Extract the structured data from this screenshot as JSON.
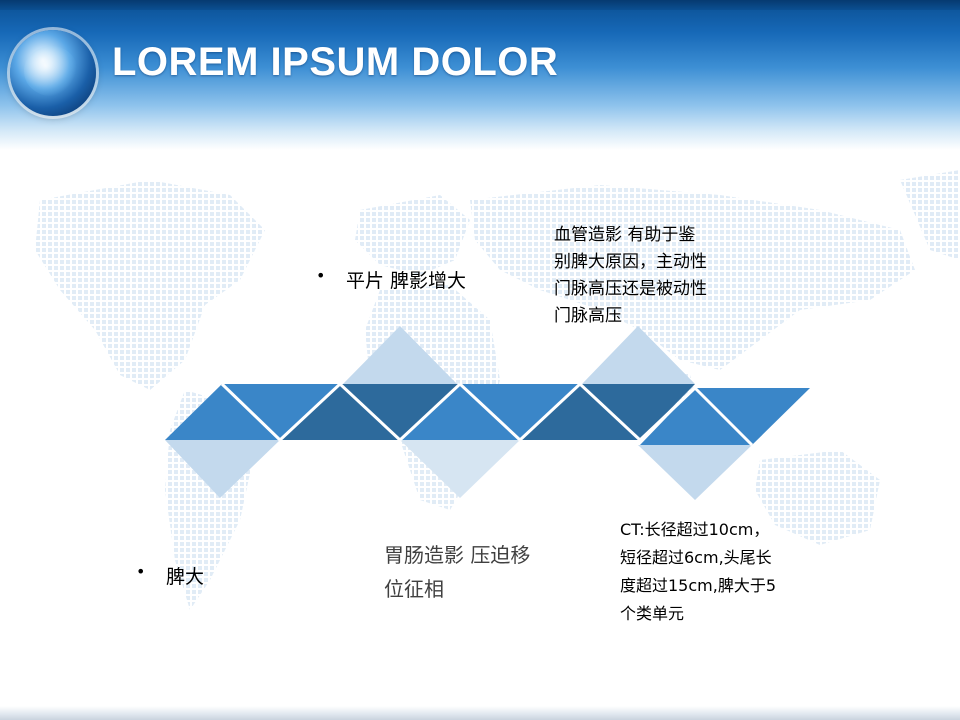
{
  "header": {
    "title": "LOREM IPSUM DOLOR"
  },
  "colors": {
    "tri_mid": "#3a86c8",
    "tri_dark": "#2d6a9c",
    "tri_light": "#c3d9ed",
    "tri_pale": "#d6e5f2",
    "header_deep": "#0a4f92"
  },
  "icons": {
    "logo": "globe-icon"
  },
  "notes": {
    "top_bullet": {
      "bullet": "•",
      "text": "平片  脾影增大"
    },
    "top_right": {
      "lines": [
        "血管造影  有助于鉴",
        "别脾大原因，主动性",
        "门脉高压还是被动性",
        "门脉高压"
      ]
    },
    "bottom_left": {
      "bullet": "•",
      "text": "脾大"
    },
    "bottom_mid": {
      "lines": [
        "胃肠造影  压迫移",
        "位征相"
      ]
    },
    "bottom_right": {
      "lines": [
        "CT:长径超过10cm，",
        "短径超过6cm,头尾长",
        "度超过15cm,脾大于5",
        "个类单元"
      ]
    }
  }
}
